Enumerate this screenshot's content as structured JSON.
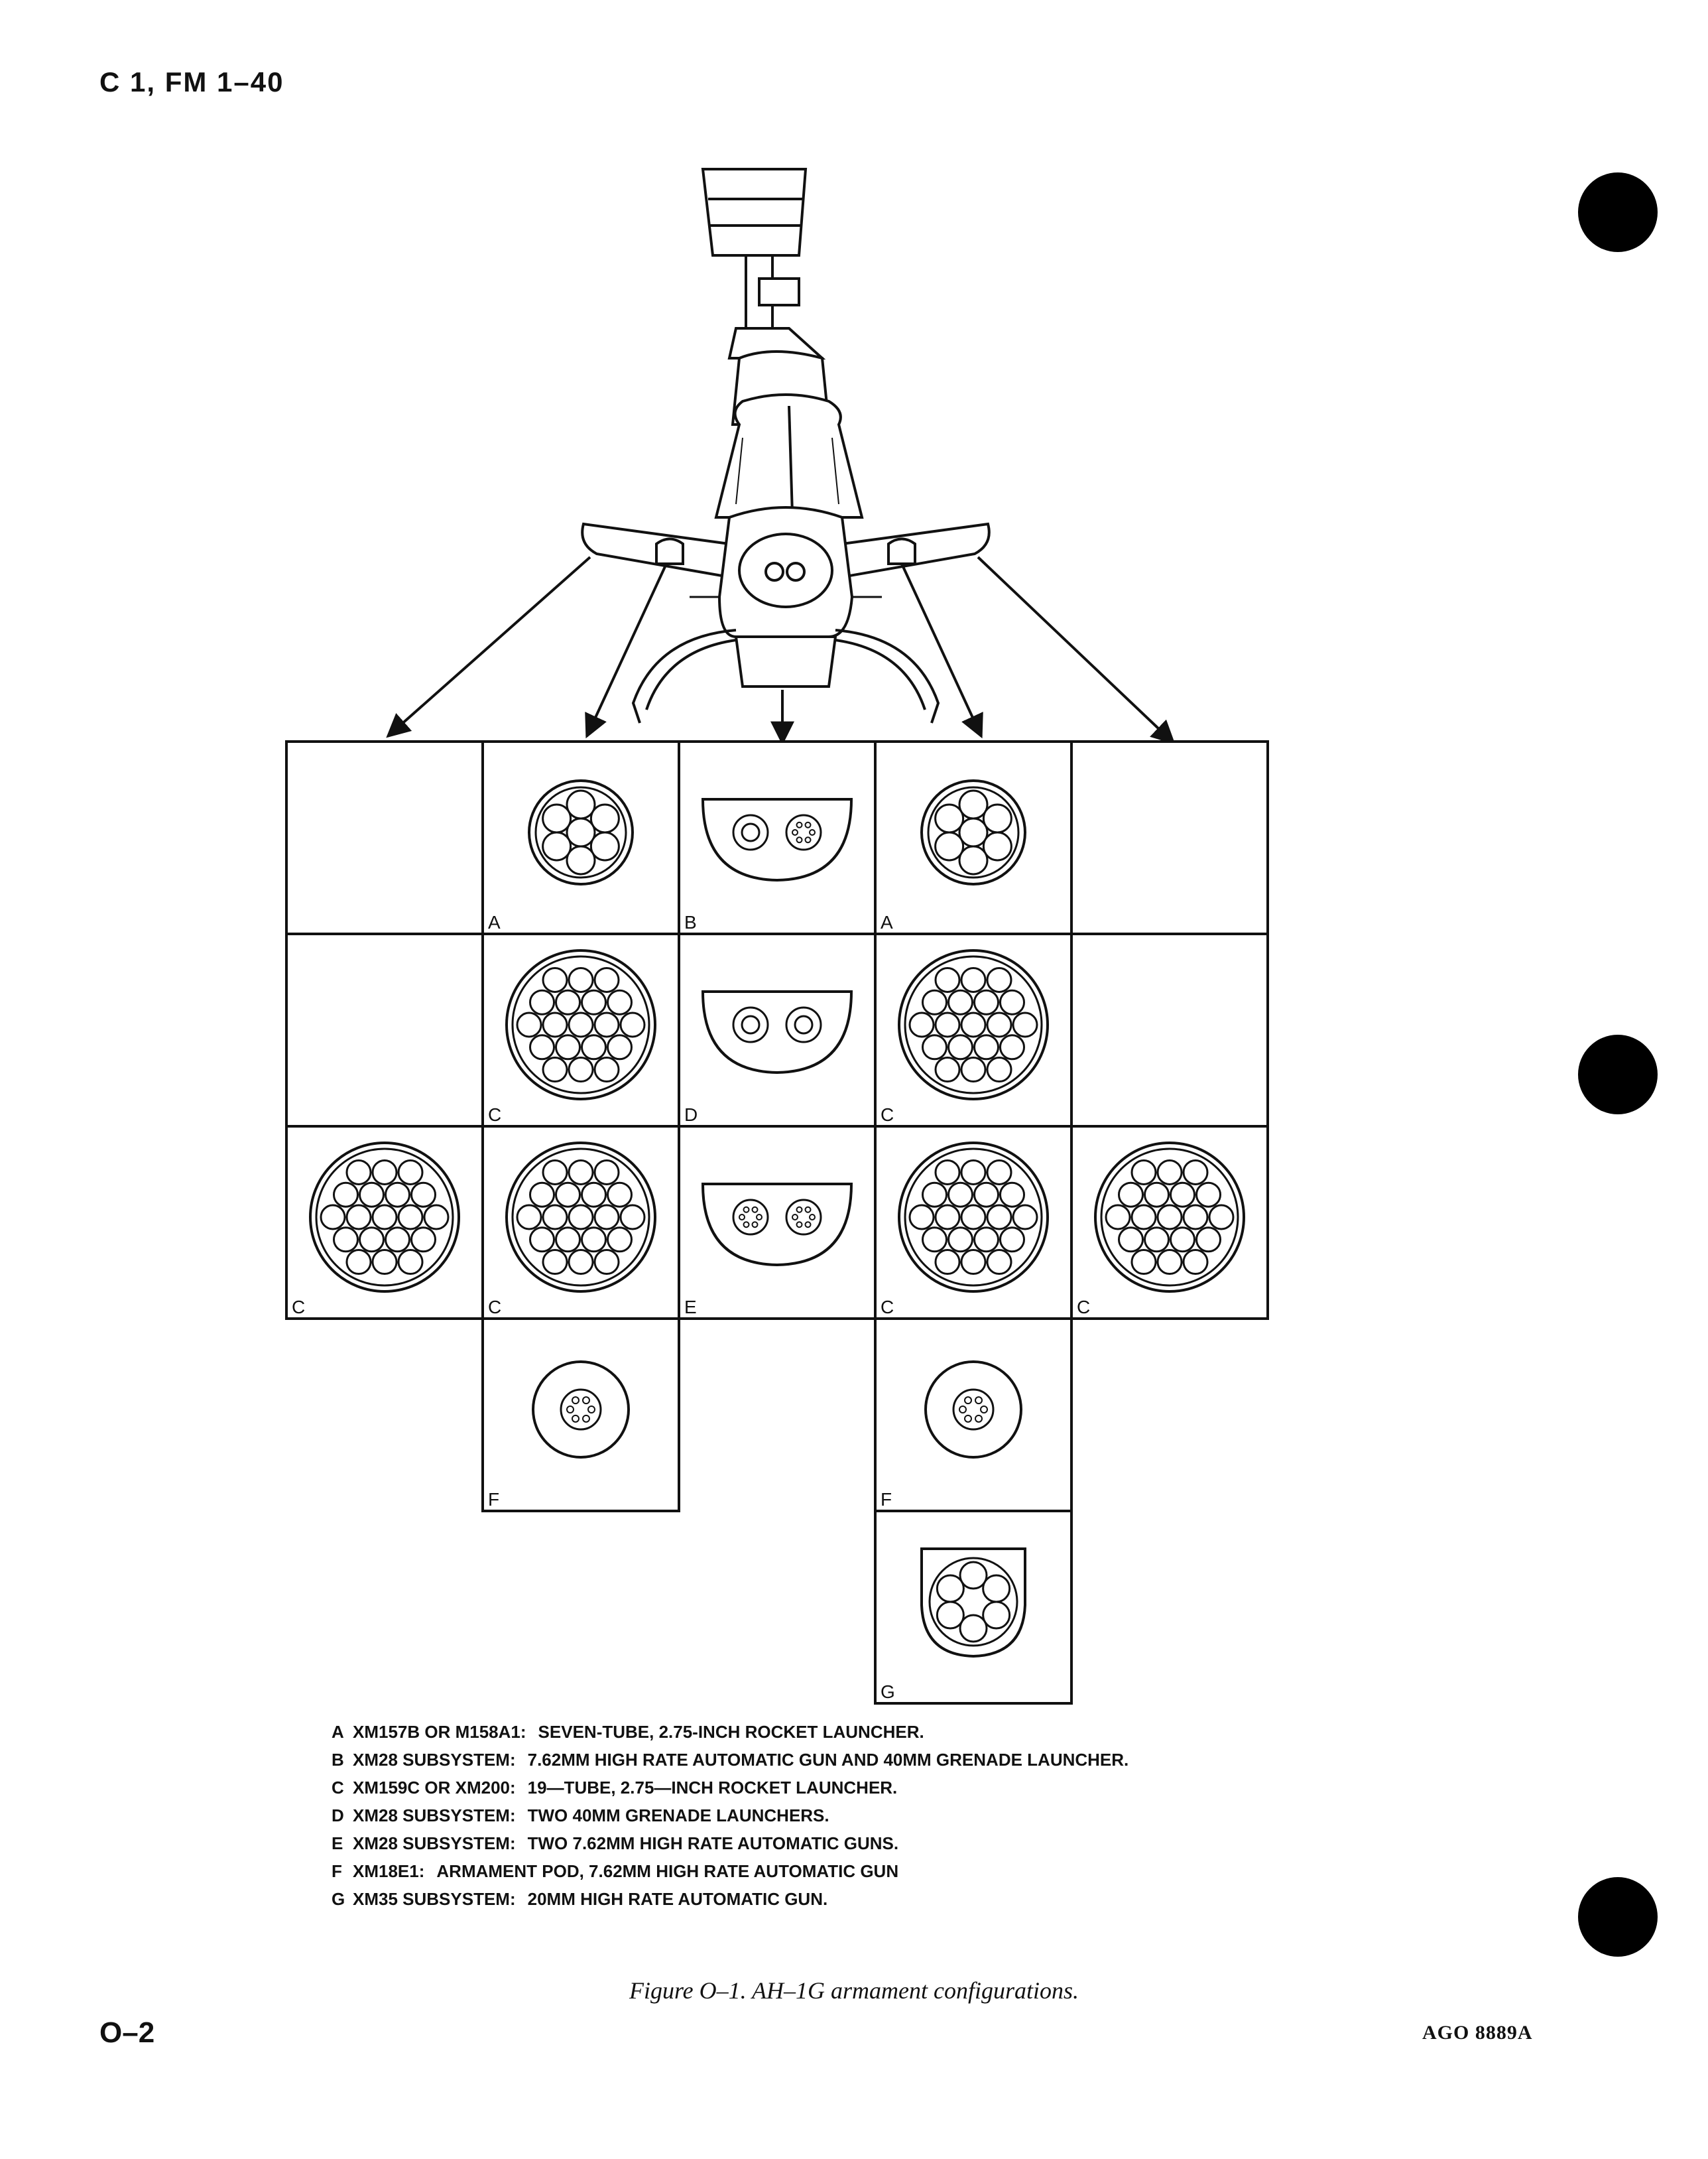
{
  "header": {
    "change_id": "C 1, FM 1–40"
  },
  "figure": {
    "caption": "Figure O–1.  AH–1G armament configurations.",
    "cells": [
      {
        "row": 0,
        "col": 0,
        "label": "",
        "type": "empty"
      },
      {
        "row": 0,
        "col": 1,
        "label": "A",
        "type": "launcher7"
      },
      {
        "row": 0,
        "col": 2,
        "label": "B",
        "type": "turret_gun_grenade"
      },
      {
        "row": 0,
        "col": 3,
        "label": "A",
        "type": "launcher7"
      },
      {
        "row": 0,
        "col": 4,
        "label": "",
        "type": "empty"
      },
      {
        "row": 1,
        "col": 0,
        "label": "",
        "type": "empty"
      },
      {
        "row": 1,
        "col": 1,
        "label": "C",
        "type": "launcher19"
      },
      {
        "row": 1,
        "col": 2,
        "label": "D",
        "type": "turret_two_grenade"
      },
      {
        "row": 1,
        "col": 3,
        "label": "C",
        "type": "launcher19"
      },
      {
        "row": 1,
        "col": 4,
        "label": "",
        "type": "empty"
      },
      {
        "row": 2,
        "col": 0,
        "label": "C",
        "type": "launcher19"
      },
      {
        "row": 2,
        "col": 1,
        "label": "C",
        "type": "launcher19"
      },
      {
        "row": 2,
        "col": 2,
        "label": "E",
        "type": "turret_two_gun"
      },
      {
        "row": 2,
        "col": 3,
        "label": "C",
        "type": "launcher19"
      },
      {
        "row": 2,
        "col": 4,
        "label": "C",
        "type": "launcher19"
      },
      {
        "row": 3,
        "col": 1,
        "label": "F",
        "type": "gun_pod"
      },
      {
        "row": 3,
        "col": 3,
        "label": "F",
        "type": "gun_pod"
      },
      {
        "row": 4,
        "col": 3,
        "label": "G",
        "type": "xm35"
      }
    ]
  },
  "legend": [
    {
      "key": "A",
      "name": "XM157B OR M158A1:",
      "desc": "SEVEN-TUBE, 2.75-INCH ROCKET LAUNCHER."
    },
    {
      "key": "B",
      "name": "XM28 SUBSYSTEM:",
      "desc": "7.62MM HIGH RATE AUTOMATIC GUN AND 40MM GRENADE LAUNCHER."
    },
    {
      "key": "C",
      "name": "XM159C OR XM200:",
      "desc": "19—TUBE, 2.75—INCH ROCKET LAUNCHER."
    },
    {
      "key": "D",
      "name": "XM28 SUBSYSTEM:",
      "desc": "TWO 40MM GRENADE LAUNCHERS."
    },
    {
      "key": "E",
      "name": "XM28 SUBSYSTEM:",
      "desc": "TWO 7.62MM HIGH RATE AUTOMATIC GUNS."
    },
    {
      "key": "F",
      "name": "XM18E1:",
      "desc": "ARMAMENT POD, 7.62MM HIGH RATE AUTOMATIC GUN"
    },
    {
      "key": "G",
      "name": "XM35 SUBSYSTEM:",
      "desc": "20MM HIGH RATE AUTOMATIC GUN."
    }
  ],
  "footer": {
    "page_number": "O–2",
    "ago": "AGO 8889A"
  }
}
